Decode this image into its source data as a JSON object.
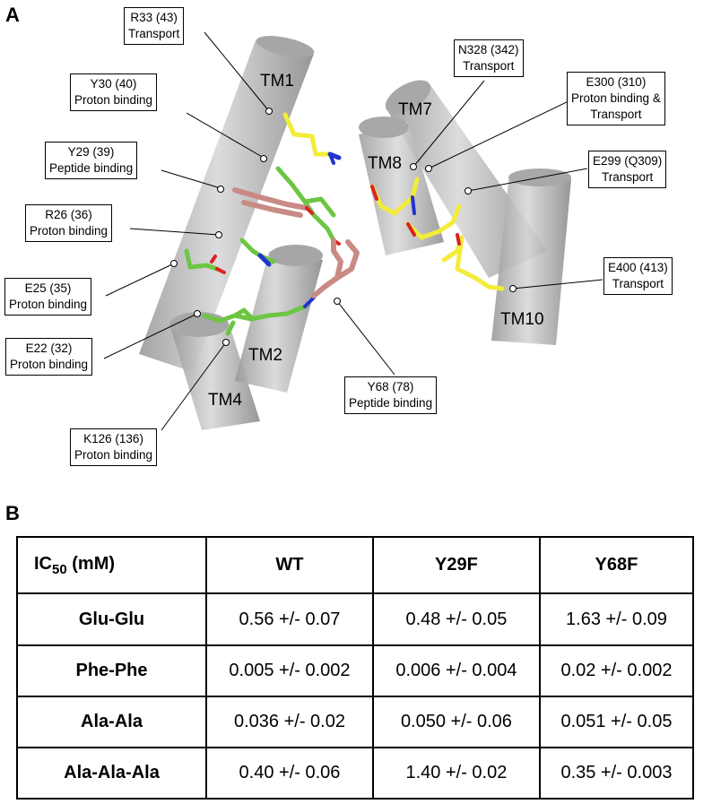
{
  "panels": {
    "a": "A",
    "b": "B"
  },
  "helices": [
    "TM1",
    "TM2",
    "TM4",
    "TM7",
    "TM8",
    "TM10"
  ],
  "labels": [
    {
      "line1": "R33 (43)",
      "line2": "Transport"
    },
    {
      "line1": "Y30 (40)",
      "line2": "Proton binding"
    },
    {
      "line1": "Y29 (39)",
      "line2": "Peptide binding"
    },
    {
      "line1": "R26 (36)",
      "line2": "Proton binding"
    },
    {
      "line1": "E25 (35)",
      "line2": "Proton binding"
    },
    {
      "line1": "E22 (32)",
      "line2": "Proton binding"
    },
    {
      "line1": "K126 (136)",
      "line2": "Proton binding"
    },
    {
      "line1": "Y68 (78)",
      "line2": "Peptide binding"
    },
    {
      "line1": "N328 (342)",
      "line2": "Transport"
    },
    {
      "line1": "E300 (310)",
      "line2": "Proton binding &",
      "line3": "Transport"
    },
    {
      "line1": "E299 (Q309)",
      "line2": "Transport"
    },
    {
      "line1": "E400 (413)",
      "line2": "Transport"
    }
  ],
  "table": {
    "header": {
      "ic": "IC",
      "sub": "50",
      "unit": " (mM)",
      "cols": [
        "WT",
        "Y29F",
        "Y68F"
      ]
    },
    "rows": [
      {
        "name": "Glu-Glu",
        "vals": [
          "0.56 +/- 0.07",
          "0.48 +/- 0.05",
          "1.63 +/- 0.09"
        ]
      },
      {
        "name": "Phe-Phe",
        "vals": [
          "0.005 +/- 0.002",
          "0.006 +/- 0.004",
          "0.02 +/- 0.002"
        ]
      },
      {
        "name": "Ala-Ala",
        "vals": [
          "0.036 +/- 0.02",
          "0.050 +/- 0.06",
          "0.051 +/- 0.05"
        ]
      },
      {
        "name": "Ala-Ala-Ala",
        "vals": [
          "0.40 +/- 0.06",
          "1.40 +/- 0.02",
          "0.35 +/- 0.003"
        ]
      }
    ]
  },
  "colors": {
    "helix": "#b8b8b8",
    "green": "#6cc644",
    "yellow": "#f2ec3a",
    "pink": "#c98a84",
    "blue": "#2233cc",
    "red": "#dd2222"
  }
}
